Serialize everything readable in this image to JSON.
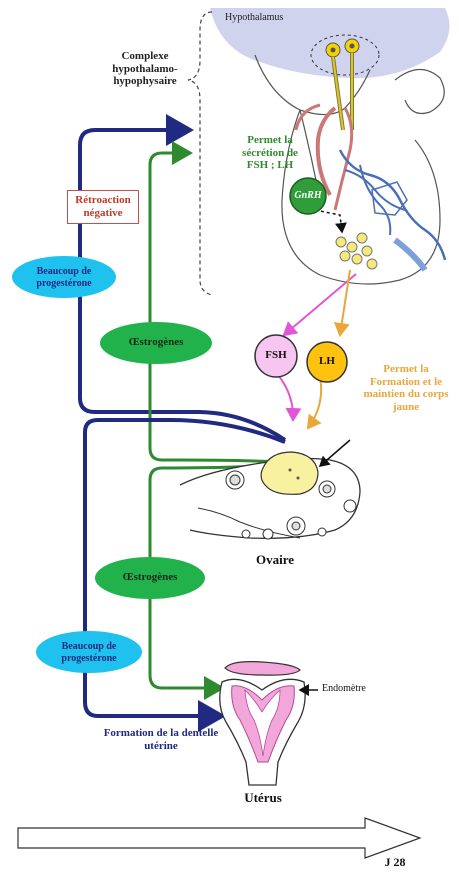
{
  "labels": {
    "hypothalamus": "Hypothalamus",
    "complexe": "Complexe hypothalamo-hypophysaire",
    "permet_secretion": "Permet la sécrétion de FSH ; LH",
    "retroaction": "Rétroaction négative",
    "gnrh": "GnRH",
    "beaucoup_prog_top": "Beaucoup de progestérone",
    "oestrogenes_top": "Œstrogènes",
    "fsh": "FSH",
    "lh": "LH",
    "permet_formation": "Permet la Formation et le maintien du corps jaune",
    "ovaire": "Ovaire",
    "oestrogenes_bottom": "Œstrogènes",
    "beaucoup_prog_bottom": "Beaucoup de progestérone",
    "endometre": "Endomètre",
    "formation_dentelle": "Formation de la dentelle utérine",
    "uterus": "Utérus",
    "j28": "J 28"
  },
  "colors": {
    "navy": "#1f2a80",
    "green": "#2f8a2f",
    "pink": "#e255d6",
    "orange": "#e8a73a",
    "cyan": "#1fc1ee",
    "ellipse_green": "#22b24c",
    "fsh_fill": "#f7c6f0",
    "lh_fill": "#ffc20e",
    "red": "#c0392b",
    "hypothalamus_fill": "#cfd3ee",
    "uterus_pink": "#f3a6d9"
  }
}
